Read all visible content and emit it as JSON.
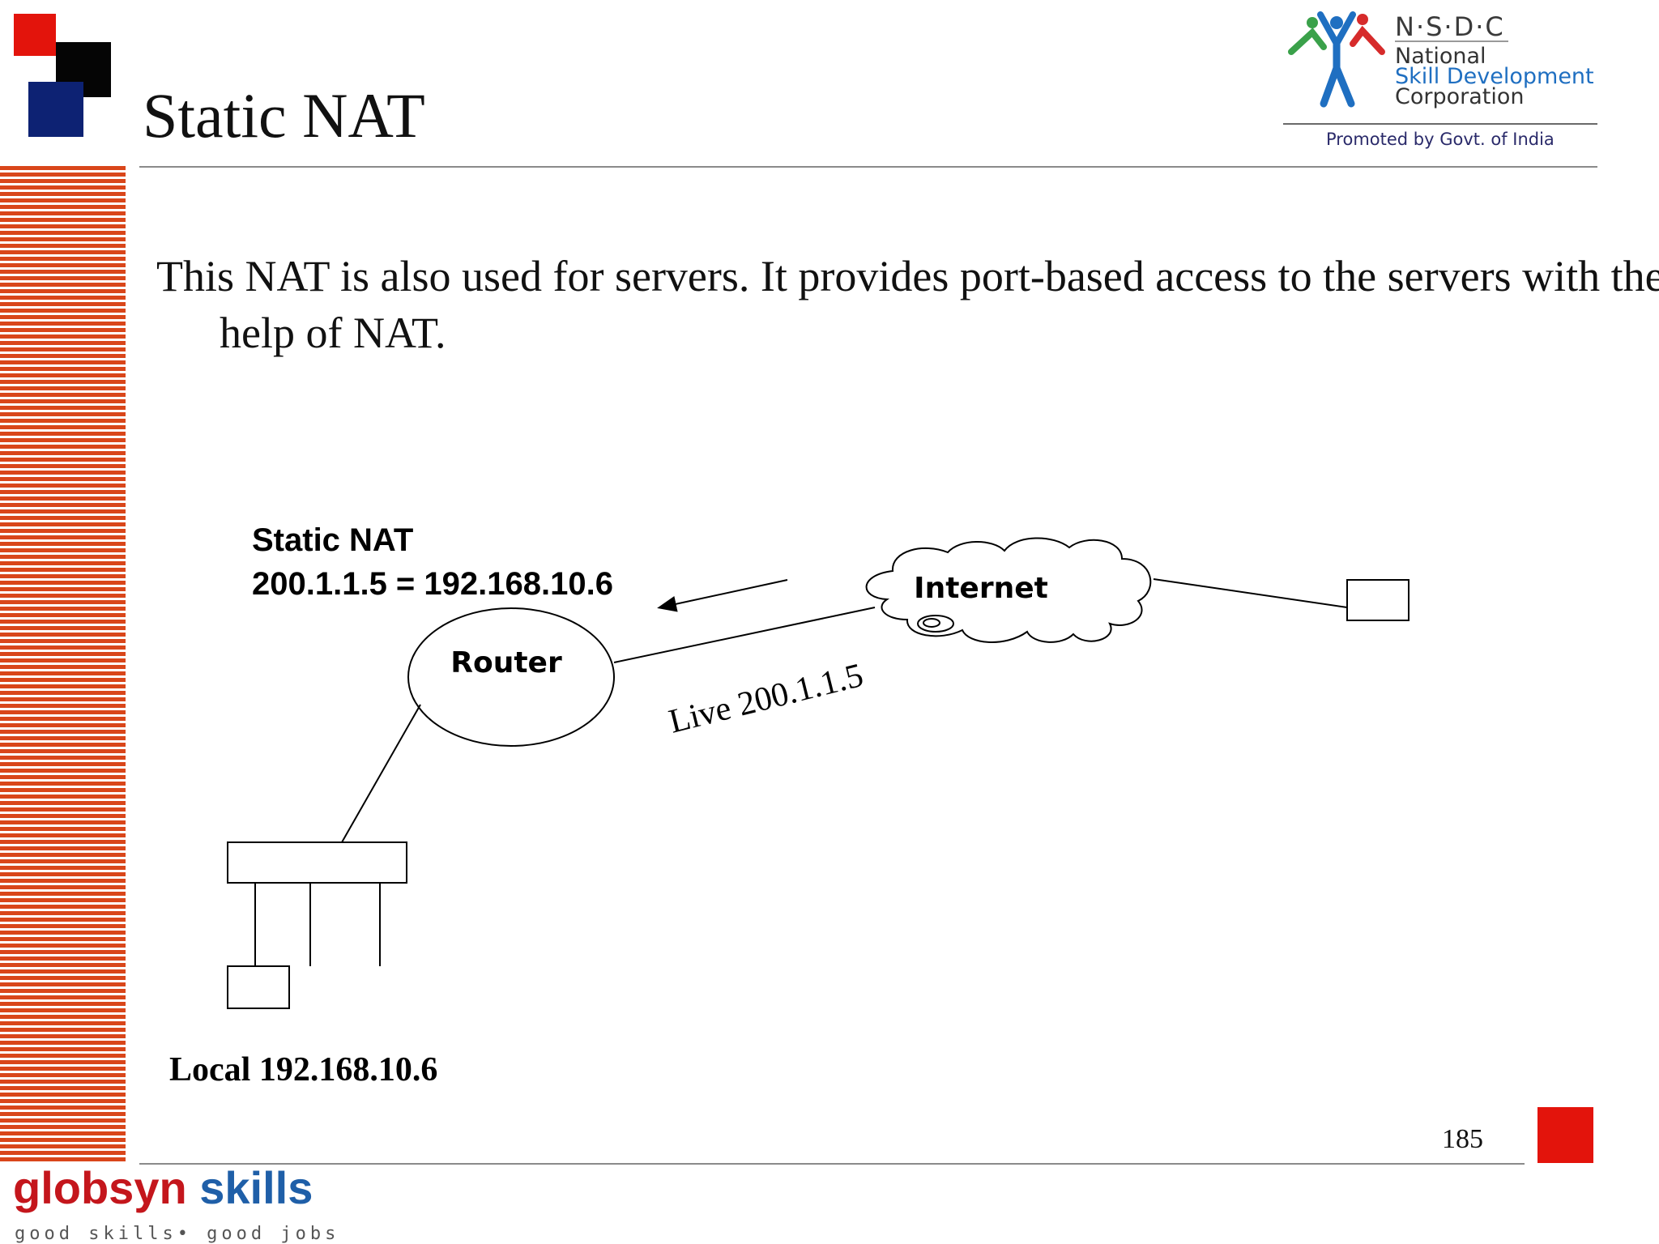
{
  "slide": {
    "title": "Static NAT",
    "body_text": "This NAT is also used for servers. It provides port-based access to the servers with the help of NAT.",
    "page_number": "185"
  },
  "logo": {
    "abbr": "N·S·D·C",
    "line1": "National",
    "line2": "Skill Development",
    "line3": "Corporation",
    "promoted": "Promoted by Govt. of India",
    "colors": {
      "green": "#3aa14a",
      "blue": "#1f6fc1",
      "red": "#d62b2b",
      "dark": "#333333"
    }
  },
  "diagram": {
    "nat_label": "Static NAT",
    "nat_mapping": "200.1.1.5 = 192.168.10.6",
    "router_label": "Router",
    "internet_label": "Internet",
    "live_label": "Live 200.1.1.5",
    "local_label": "Local 192.168.10.6"
  },
  "footer": {
    "brand_part1": "globsyn",
    "brand_part2": "skills",
    "tagline": "good skills• good jobs"
  },
  "colors": {
    "corner_red": "#e3140c",
    "corner_black": "#050505",
    "corner_blue": "#0d2273",
    "stripe_orange": "#d9461a",
    "brand_red": "#c4161c",
    "brand_blue": "#1f5fa8"
  }
}
